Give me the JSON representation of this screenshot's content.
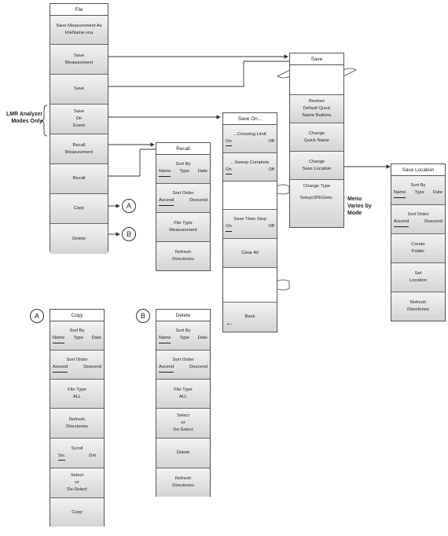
{
  "file_menu": {
    "title": "File",
    "save_measurement_as": "Save Measurement As",
    "filename": "FileName.vna",
    "save_measurement": [
      "Save",
      "Measurement"
    ],
    "save": "Save",
    "save_on_event": [
      "Save",
      "On",
      "Event"
    ],
    "recall_measurement": [
      "Recall",
      "Measurement"
    ],
    "recall": "Recall",
    "copy": "Copy",
    "delete": "Delete"
  },
  "side_label": [
    "LMR Analyzer",
    "Modes Only"
  ],
  "menu_varies_label": [
    "Menu",
    "Varies by",
    "Mode"
  ],
  "callouts": {
    "a": "A",
    "b": "B"
  },
  "save_menu": {
    "title": "Save",
    "restore": [
      "Restore",
      "Default Quick",
      "Name Buttons"
    ],
    "change_quick": [
      "Change",
      "Quick Name"
    ],
    "change_location": [
      "Change",
      "Save Location"
    ],
    "change_type": [
      "Change Type",
      "Setup/JPEG/etc."
    ]
  },
  "save_on_menu": {
    "title": "Save On...",
    "crossing_limit": "...Crossing Limit",
    "sweep_complete": "...Sweep Complete",
    "save_then_stop": "Save Then Stop",
    "on": "On",
    "off": "Off",
    "clear_all": "Clear All",
    "back": "Back"
  },
  "recall_menu": {
    "title": "Recall",
    "refresh": [
      "Refresh",
      "Directories"
    ]
  },
  "save_location_menu": {
    "title": "Save Location",
    "create_folder": [
      "Create",
      "Folder"
    ],
    "set_location": [
      "Set",
      "Location"
    ],
    "refresh": [
      "Refresh",
      "Directories"
    ]
  },
  "copy_menu": {
    "title": "Copy",
    "file_type_value": "ALL",
    "refresh": [
      "Refresh",
      "Directories"
    ],
    "scroll": "Scroll",
    "src": "Src",
    "dst": "Dst",
    "select": [
      "Select",
      "or",
      "De-Select"
    ],
    "copy": "Copy"
  },
  "delete_menu": {
    "title": "Delete",
    "file_type_value": "ALL",
    "select": [
      "Select",
      "or",
      "De-Select"
    ],
    "delete": "Delete",
    "refresh": [
      "Refresh",
      "Directories"
    ]
  },
  "common": {
    "sort_by": "Sort By",
    "name": "Name",
    "type": "Type",
    "date": "Date",
    "sort_order": "Sort Order",
    "ascend": "Ascend",
    "descend": "Descend",
    "file_type": "File Type",
    "measurement": "Measurement"
  }
}
